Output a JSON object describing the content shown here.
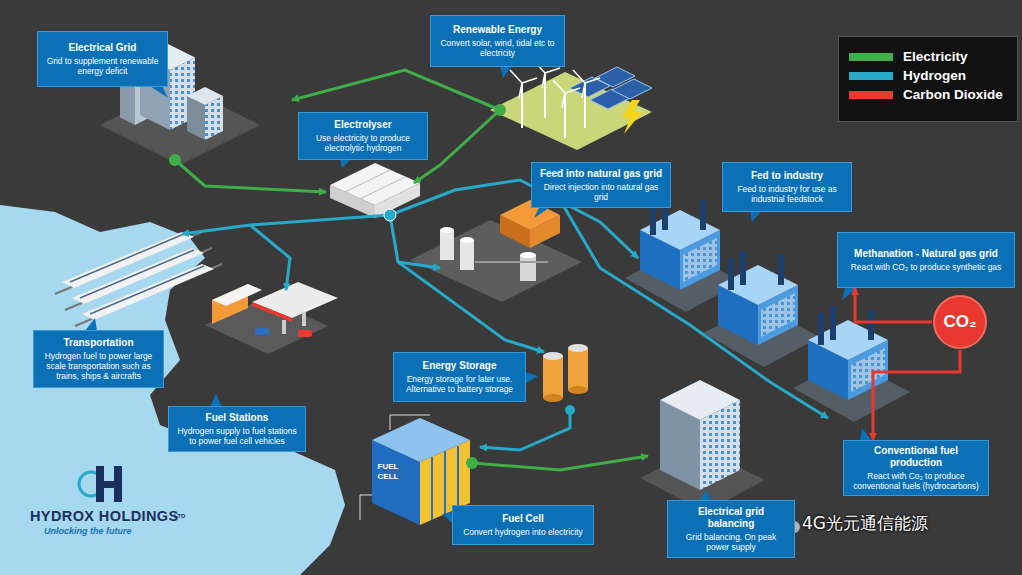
{
  "diagram": {
    "nodes": [
      {
        "text": [
          "Electrical Grid",
          "Grid to supplement renewable energy deficit"
        ]
      },
      {
        "text": [
          "Renewable Energy",
          "Convert solar, wind, tidal etc to electricity"
        ]
      },
      {
        "text": [
          "Electrolyser",
          "Use electricity to produce electrolytic hydrogen"
        ]
      },
      {
        "text": [
          "Feed into natural gas grid",
          "Direct injection into natural gas grid"
        ]
      },
      {
        "text": [
          "Fed to industry",
          "Feed to industry for use as industrial feedstock"
        ]
      },
      {
        "text": [
          "Methanation - Natural gas grid",
          "React with CO₂ to produce synthetic gas"
        ]
      },
      {
        "text": [
          "CO₂"
        ]
      },
      {
        "text": [
          "Transportation",
          "Hydrogen fuel to power large scale transportation such as trains, ships & aircrafts"
        ]
      },
      {
        "text": [
          "Energy Storage",
          "Energy storage for later use. Alternative to battery storage"
        ]
      },
      {
        "text": [
          "Fuel Stations",
          "Hydrogen supply to fuel stations to power fuel cell vehicles"
        ]
      },
      {
        "text": [
          "Conventional fuel production",
          "React with Co₂ to produce conventional fuels (hydrocarbons)"
        ]
      },
      {
        "text": [
          "Fuel Cell",
          "Convert hydrogen into electricity"
        ]
      },
      {
        "text": [
          "Electrical grid balancing",
          "Grid balancing. On peak power supply"
        ]
      }
    ],
    "edges": [
      {
        "from": 6,
        "to": 5,
        "arrow": "to"
      },
      {
        "from": 6,
        "to": 10,
        "arrow": "to"
      }
    ],
    "labels": [
      "FUEL CELL",
      "HYDROX HOLDINGS",
      "LTD",
      "Unlocking the future",
      "4G光元通信能源"
    ],
    "legend": [
      {
        "text": "Electricity",
        "color": "#3fae49"
      },
      {
        "text": "Hydrogen",
        "color": "#27a9c9"
      },
      {
        "text": "Carbon Dioxide",
        "color": "#e8382f"
      }
    ]
  }
}
